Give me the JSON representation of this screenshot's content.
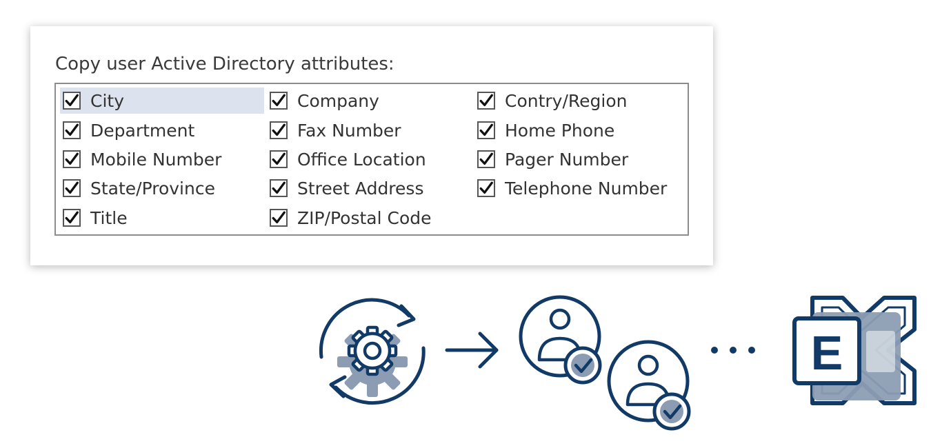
{
  "dialog": {
    "title": "Copy user Active Directory attributes:",
    "attributes": [
      {
        "label": "City",
        "checked": true,
        "selected": true
      },
      {
        "label": "Company",
        "checked": true,
        "selected": false
      },
      {
        "label": "Contry/Region",
        "checked": true,
        "selected": false
      },
      {
        "label": "Department",
        "checked": true,
        "selected": false
      },
      {
        "label": "Fax Number",
        "checked": true,
        "selected": false
      },
      {
        "label": "Home Phone",
        "checked": true,
        "selected": false
      },
      {
        "label": "Mobile Number",
        "checked": true,
        "selected": false
      },
      {
        "label": "Office Location",
        "checked": true,
        "selected": false
      },
      {
        "label": "Pager Number",
        "checked": true,
        "selected": false
      },
      {
        "label": "State/Province",
        "checked": true,
        "selected": false
      },
      {
        "label": "Street Address",
        "checked": true,
        "selected": false
      },
      {
        "label": "Telephone Number",
        "checked": true,
        "selected": false
      },
      {
        "label": "Title",
        "checked": true,
        "selected": false
      },
      {
        "label": "ZIP/Postal Code",
        "checked": true,
        "selected": false
      }
    ]
  },
  "flow": {
    "icons": [
      "sync-gear-icon",
      "arrow-right-icon",
      "user-check-icon",
      "user-check-icon",
      "ellipsis-icon",
      "exchange-logo"
    ],
    "exchange_letter": "E"
  },
  "colors": {
    "navy": "#123a66",
    "slate": "#8c9db3",
    "selection": "#dde3ee",
    "border": "#8c8c8c"
  }
}
